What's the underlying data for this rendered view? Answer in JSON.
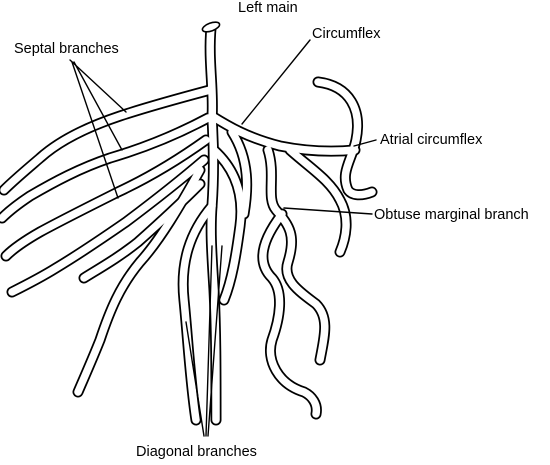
{
  "diagram": {
    "labels": {
      "left_main": "Left main",
      "circumflex": "Circumflex",
      "septal_branches": "Septal branches",
      "atrial_circumflex": "Atrial circumflex",
      "obtuse_marginal_branch": "Obtuse marginal branch",
      "diagonal_branches": "Diagonal branches"
    },
    "colors": {
      "line": "#000000",
      "vessel_fill": "#ffffff",
      "background": "#ffffff"
    }
  }
}
